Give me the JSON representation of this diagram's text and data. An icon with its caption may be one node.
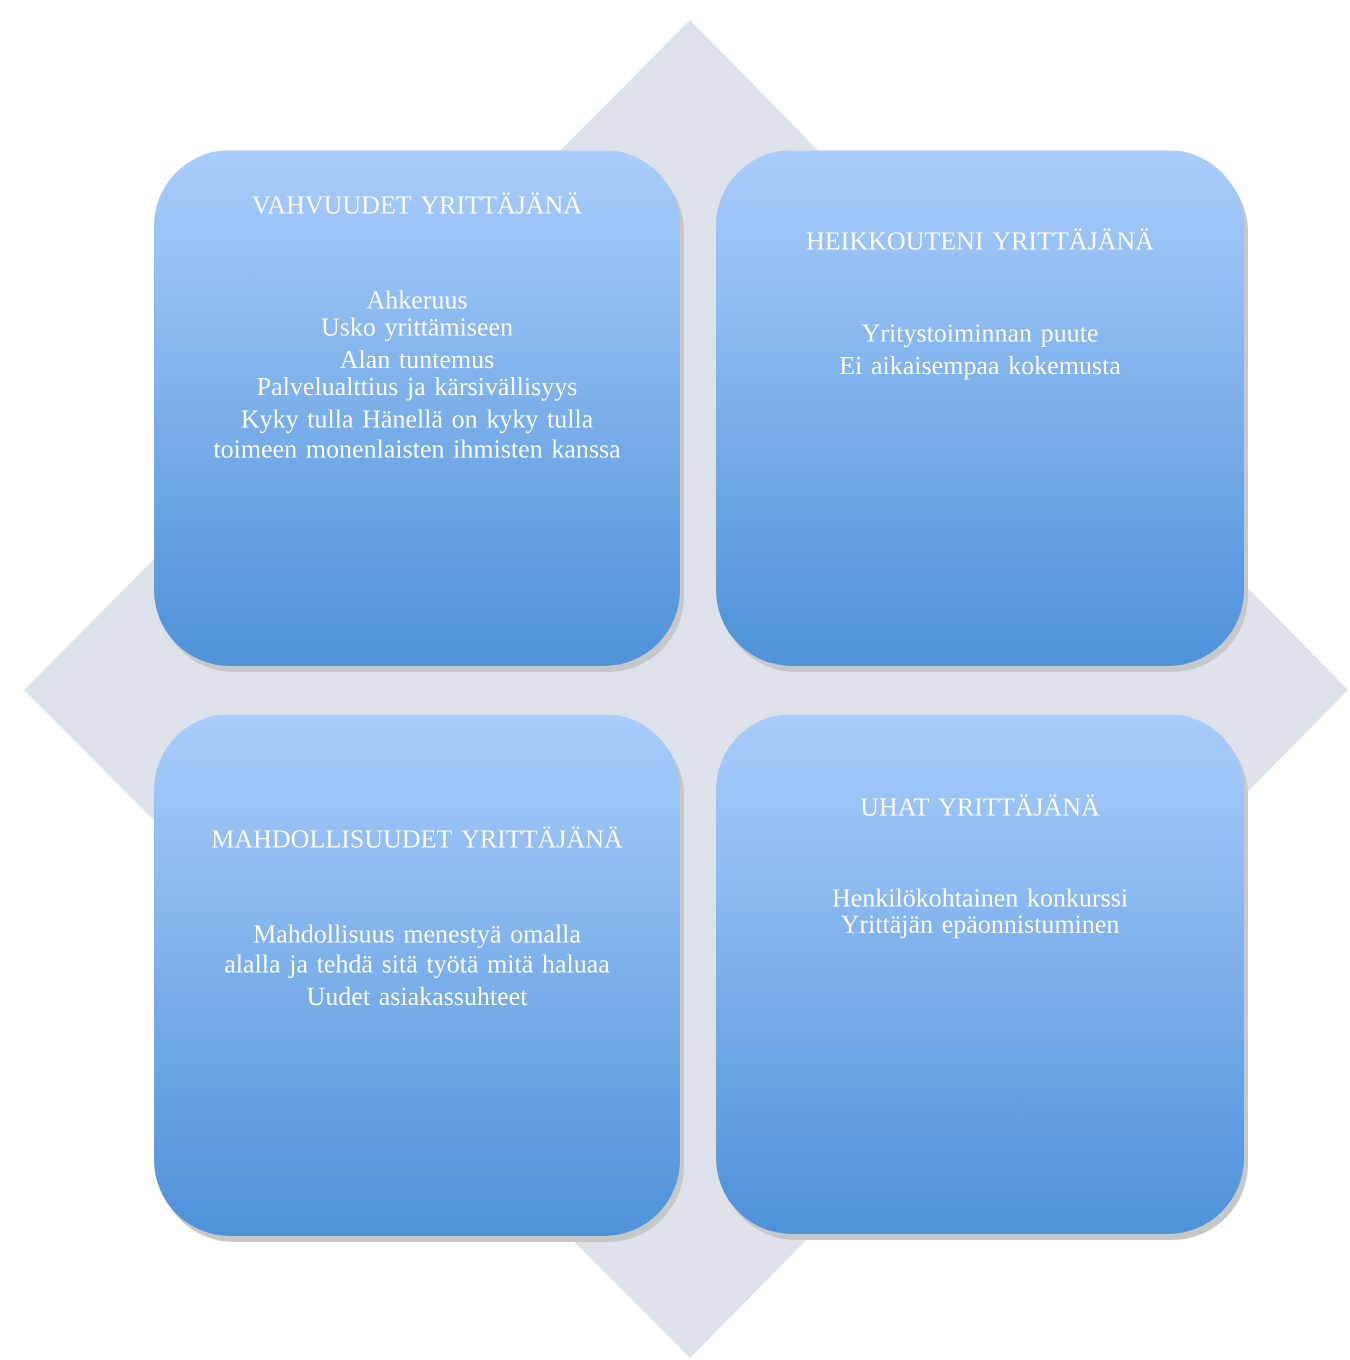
{
  "diagram": {
    "nodes": [
      {
        "text": [
          "VAHVUUDET YRITTÄJÄNÄ",
          "Ahkeruus",
          "Usko yrittämiseen",
          "Alan tuntemus",
          "Palvelualttius ja kärsivällisyys",
          "Kyky tulla Hänellä on kyky tulla toimeen monenlaisten ihmisten kanssa"
        ]
      },
      {
        "text": [
          "HEIKKOUTENI YRITTÄJÄNÄ",
          "Yritystoiminnan puute",
          "Ei aikaisempaa kokemusta"
        ]
      },
      {
        "text": [
          "MAHDOLLISUUDET YRITTÄJÄNÄ",
          "Mahdollisuus menestyä omalla alalla ja tehdä sitä työtä mitä haluaa",
          "Uudet asiakassuhteet"
        ]
      },
      {
        "text": [
          "UHAT YRITTÄJÄNÄ",
          "Henkilökohtainen konkurssi",
          "Yrittäjän epäonnistuminen"
        ]
      }
    ]
  }
}
